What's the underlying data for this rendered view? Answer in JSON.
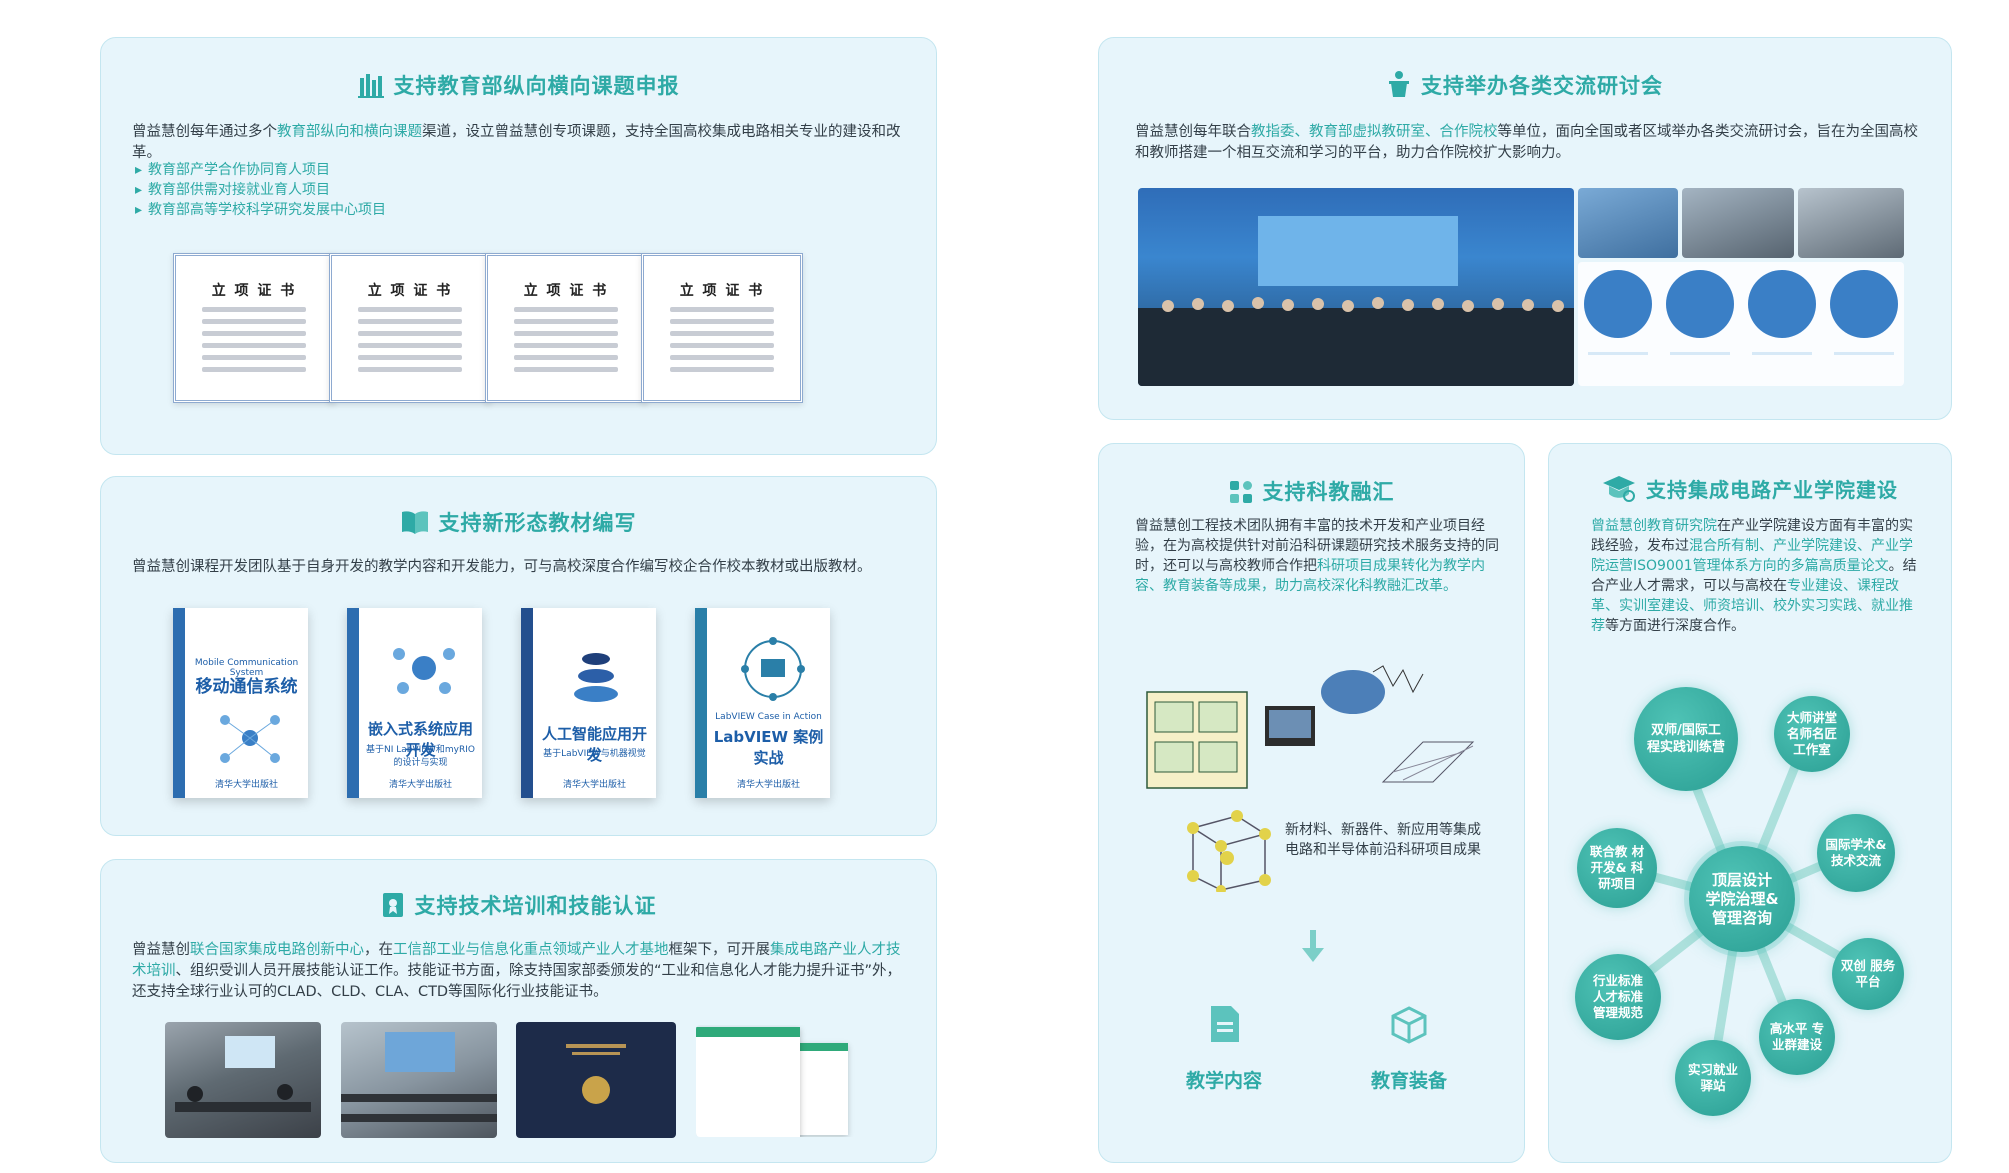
{
  "panels": {
    "ministry": {
      "title": "支持教育部纵向横向课题申报",
      "text_pre": "曾益慧创每年通过多个",
      "text_hl": "教育部纵向和横向课题",
      "text_post": "渠道，设立曾益慧创专项课题，支持全国高校集成电路相关专业的建设和改革。",
      "bullets": [
        "教育部产学合作协同育人项目",
        "教育部供需对接就业育人项目",
        "教育部高等学校科学研究发展中心项目"
      ],
      "certificate_title": "立 项 证 书"
    },
    "textbook": {
      "title": "支持新形态教材编写",
      "text": "曾益慧创课程开发团队基于自身开发的教学内容和开发能力，可与高校深度合作编写校企合作校本教材或出版教材。",
      "books": [
        {
          "title": "移动通信系统",
          "subtitle": "Mobile Communication System"
        },
        {
          "title": "嵌入式系统应用开发",
          "subtitle": "基于NI LabVIEW和myRIO的设计与实现"
        },
        {
          "title": "人工智能应用开发",
          "subtitle": "基于LabVIEW与机器视觉"
        },
        {
          "title": "LabVIEW 案例实战",
          "subtitle": "LabVIEW Case in Action"
        }
      ],
      "publisher": "清华大学出版社"
    },
    "training": {
      "title": "支持技术培训和技能认证",
      "t1": "曾益慧创",
      "h1": "联合国家集成电路创新中心",
      "t2": "，在",
      "h2": "工信部工业与信息化重点领域产业人才基地",
      "t3": "框架下，可开展",
      "h3": "集成电路产业人才技术培训",
      "t4": "、组织受训人员开展技能认证工作。技能证书方面，除支持国家部委颁发的“工业和信息化人才能力提升证书”外，还支持全球行业认可的CLAD、CLD、CLA、CTD等国际化行业技能证书。"
    },
    "seminar": {
      "title": "支持举办各类交流研讨会",
      "t1": "曾益慧创每年联合",
      "h1": "教指委、教育部虚拟教研室、合作院校",
      "t2": "等单位，面向全国或者区域举办各类交流研讨会，旨在为全国高校和教师搭建一个相互交流和学习的平台，助力合作院校扩大影响力。"
    },
    "research": {
      "title": "支持科教融汇",
      "t1": "曾益慧创工程技术团队拥有丰富的技术开发和产业项目经验，在为高校提供针对前沿科研课题研究技术服务支持的同时，还可以与高校教师合作把",
      "h1": "科研项目成果转化为教学内容、教育装备等成果，助力高校深化科教融汇改革。",
      "materials_text": "新材料、新器件、新应用等集成电路和半导体前沿科研项目成果",
      "out1": "教学内容",
      "out2": "教育装备"
    },
    "college": {
      "title": "支持集成电路产业学院建设",
      "h1": "曾益慧创教育研究院",
      "t1": "在产业学院建设方面有丰富的实践经验，发布过",
      "h2": "混合所有制、产业学院建设、产业学院运营ISO9001管理体系方向的多篇高质量论文",
      "t2": "。结合产业人才需求，可以与高校在",
      "h3": "专业建设、课程改革、实训室建设、师资培训、校外实习实践、就业推荐",
      "t3": "等方面进行深度合作。",
      "center": "顶层设计 学院治理& 管理咨询",
      "nodes": [
        "双师/国际工程实践训练营",
        "大师讲堂 名师名匠 工作室",
        "国际学术& 技术交流",
        "双创 服务平台",
        "高水平 专业群建设",
        "实习就业 驿站",
        "行业标准 人才标准 管理规范",
        "联合教 材开发& 科研项目"
      ]
    }
  },
  "colors": {
    "accent": "#2eaaa6",
    "panel_bg": "#e7f5fb",
    "panel_border": "#c4e6f0",
    "node": "#3bb3a8"
  }
}
